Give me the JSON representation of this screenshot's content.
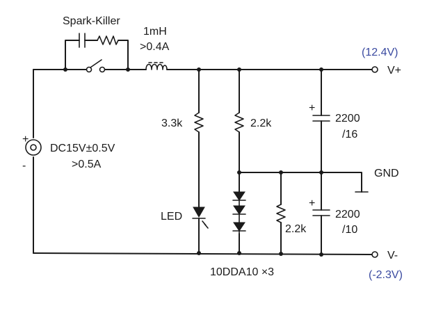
{
  "labels": {
    "spark_killer": "Spark-Killer",
    "inductor_value": "1mH",
    "inductor_rating": ">0.4A",
    "supply_polarity_plus": "+",
    "supply_polarity_minus": "-",
    "supply_voltage": "DC15V±0.5V",
    "supply_current": ">0.5A",
    "r1": "3.3k",
    "r2": "2.2k",
    "r3": "2.2k",
    "led": "LED",
    "cap1_plus": "+",
    "cap1_value": "2200",
    "cap1_rating": "/16",
    "cap2_plus": "+",
    "cap2_value": "2200",
    "cap2_rating": "/10",
    "gnd": "GND",
    "vplus": "V+",
    "vplus_value": "(12.4V)",
    "vminus": "V-",
    "vminus_value": "(-2.3V)",
    "diodes": "10DDA10 ×3"
  },
  "colors": {
    "ink": "#1a1a1a",
    "annotation": "#3a4aa0"
  }
}
